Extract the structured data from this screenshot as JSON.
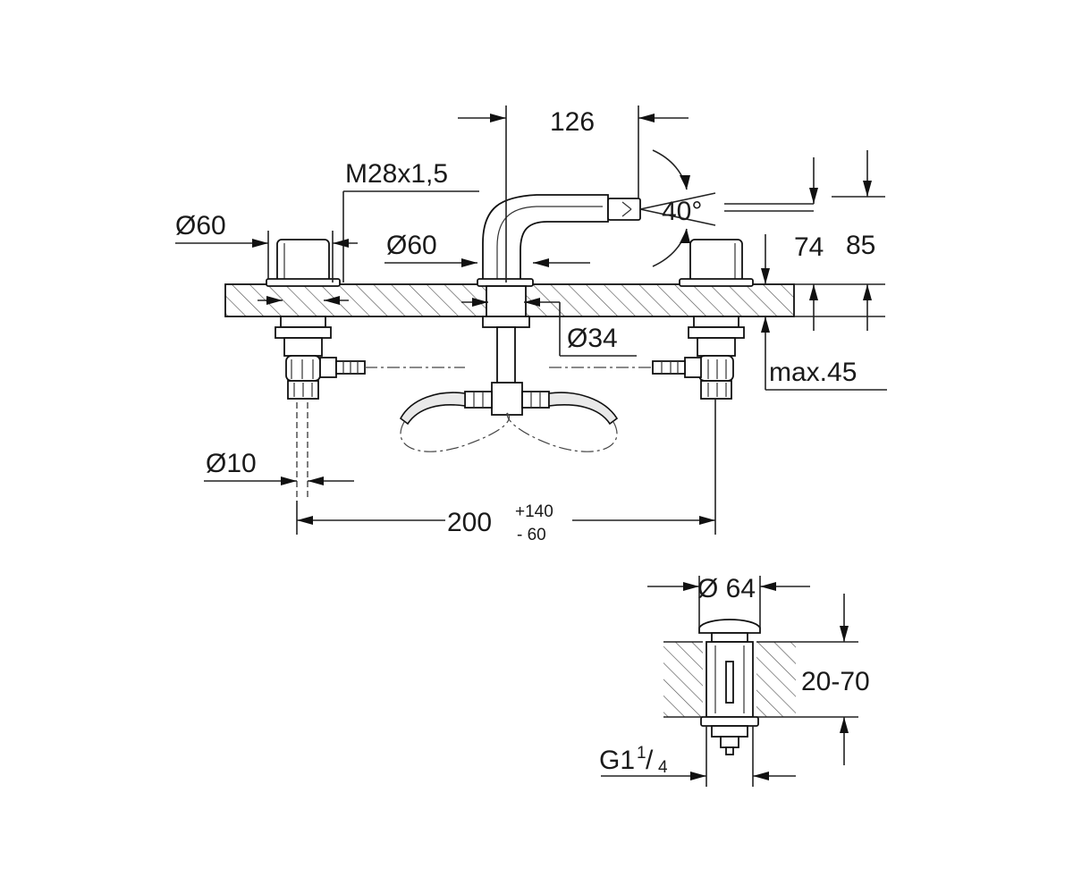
{
  "labels": {
    "dim_126": "126",
    "thread": "M28x1,5",
    "dia60_left": "Ø60",
    "dia60_mid": "Ø60",
    "angle": "40°",
    "dim_74": "74",
    "dim_85": "85",
    "dia34": "Ø34",
    "max45": "max.45",
    "dia10": "Ø10",
    "dim_200": "200",
    "tol_plus": "+140",
    "tol_minus": "- 60",
    "dia64": "Ø 64",
    "range_20_70": "20-70",
    "g1_main": "G1",
    "g1_num": "1",
    "g1_den": "4"
  }
}
